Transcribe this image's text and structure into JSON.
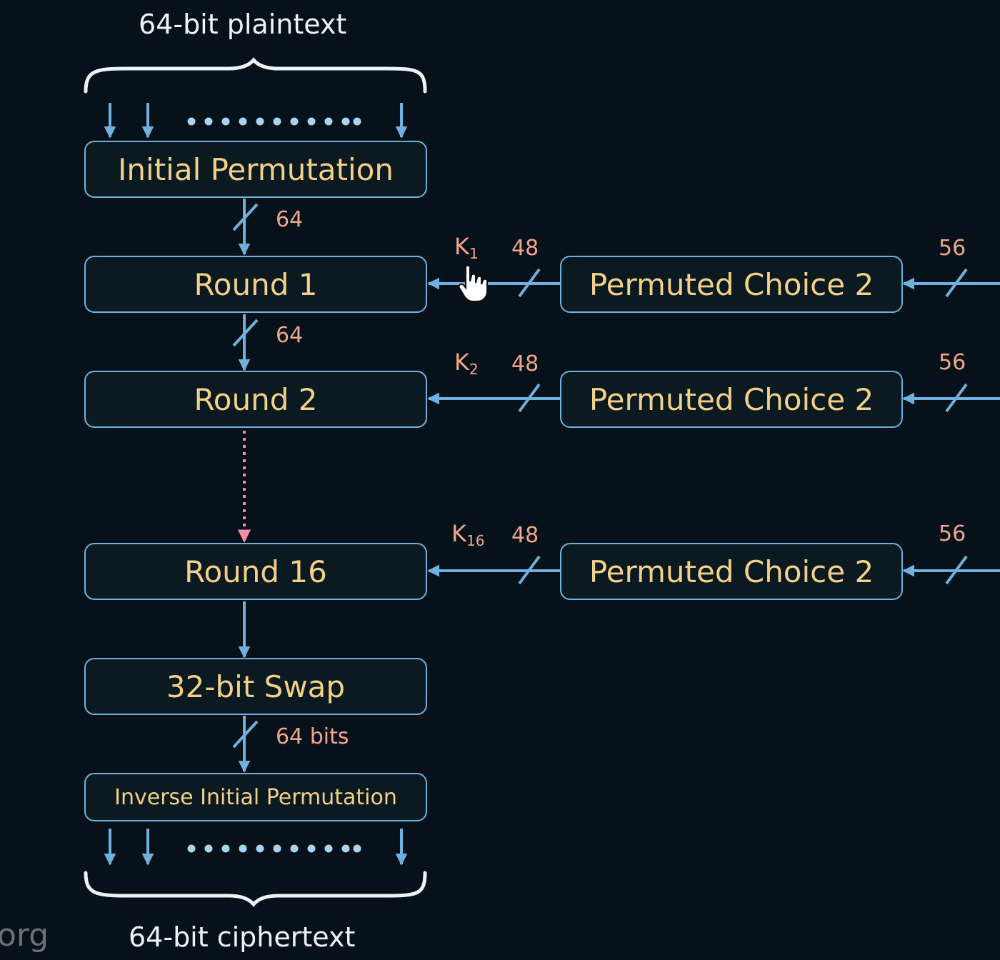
{
  "top": {
    "label": "64-bit plaintext"
  },
  "bottom": {
    "label": "64-bit ciphertext"
  },
  "watermark": "org",
  "boxes": {
    "initial_permutation": "Initial Permutation",
    "round_1": "Round 1",
    "round_2": "Round 2",
    "round_16": "Round 16",
    "swap": "32-bit Swap",
    "inverse_ip": "Inverse Initial Permutation"
  },
  "left_chain_labels": {
    "after_ip": "64",
    "after_round_1": "64",
    "after_swap": "64 bits"
  },
  "keys": [
    {
      "round": "1",
      "key": "K",
      "sub": "1",
      "width": "48",
      "pc2": "Permuted Choice 2",
      "input_width": "56"
    },
    {
      "round": "2",
      "key": "K",
      "sub": "2",
      "width": "48",
      "pc2": "Permuted Choice 2",
      "input_width": "56"
    },
    {
      "round": "16",
      "key": "K",
      "sub": "16",
      "width": "48",
      "pc2": "Permuted Choice 2",
      "input_width": "56"
    }
  ],
  "colors": {
    "background": "#07111a",
    "box_border": "#6fb0dc",
    "box_text": "#f2d08a",
    "arrow": "#6fb0dc",
    "label": "#f0a68c",
    "ellipsis_arrow": "#f08fa6",
    "brace": "#eef2f5"
  },
  "icons": [
    "hand-cursor-icon"
  ]
}
